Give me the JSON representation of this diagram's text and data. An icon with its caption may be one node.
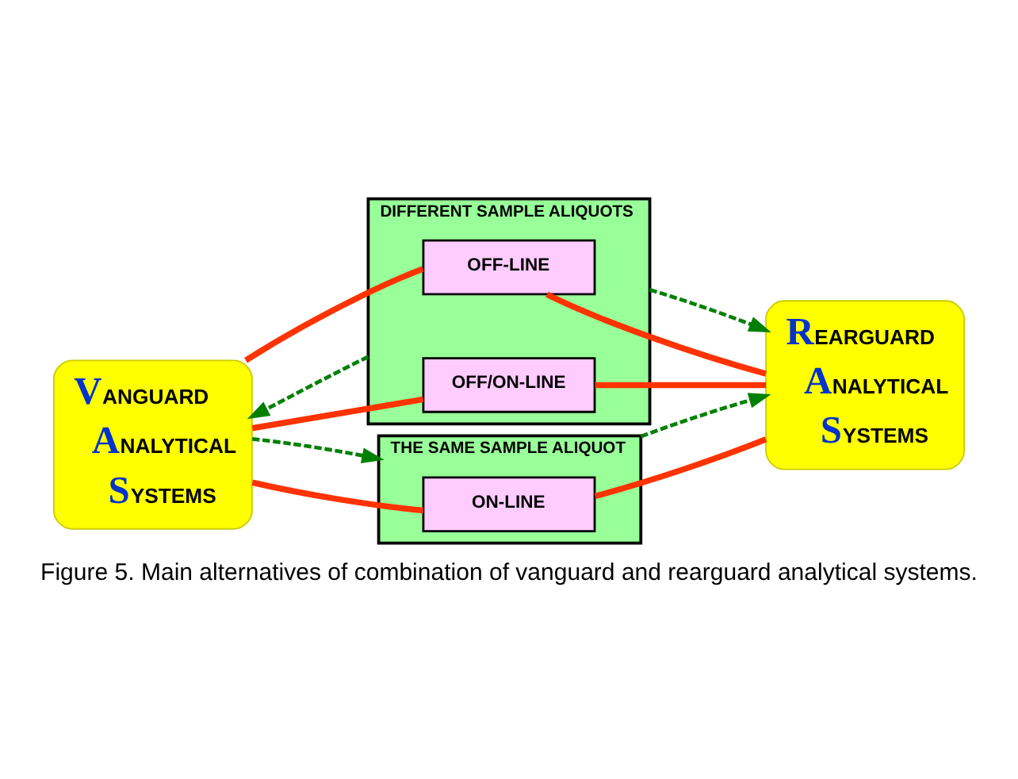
{
  "diagram": {
    "caption": "Figure 5. Main alternatives of combination of vanguard and rearguard analytical systems.",
    "nodes": [
      {
        "text": [
          "VANGUARD ANALYTICAL SYSTEMS"
        ]
      },
      {
        "text": [
          "DIFFERENT SAMPLE ALIQUOTS"
        ]
      },
      {
        "text": [
          "OFF-LINE"
        ],
        "in": 1
      },
      {
        "text": [
          "OFF/ON-LINE"
        ],
        "in": 1
      },
      {
        "text": [
          "THE SAME SAMPLE ALIQUOT"
        ]
      },
      {
        "text": [
          "ON-LINE"
        ],
        "in": 4
      },
      {
        "text": [
          "REARGUARD ANALYTICAL SYSTEMS"
        ]
      }
    ],
    "edges": [
      {
        "from": 0,
        "to": 2,
        "arrow": "none"
      },
      {
        "from": 2,
        "to": 6,
        "arrow": "none"
      },
      {
        "from": 0,
        "to": 3,
        "arrow": "none"
      },
      {
        "from": 3,
        "to": 6,
        "arrow": "none"
      },
      {
        "from": 0,
        "to": 5,
        "arrow": "none"
      },
      {
        "from": 5,
        "to": 6,
        "arrow": "none"
      },
      {
        "from": 1,
        "to": 0,
        "arrow": "to",
        "style": "dashed",
        "color": "#008000"
      },
      {
        "from": 1,
        "to": 6,
        "arrow": "to",
        "style": "dashed",
        "color": "#008000"
      },
      {
        "from": 0,
        "to": 4,
        "arrow": "to",
        "style": "dashed",
        "color": "#008000"
      },
      {
        "from": 4,
        "to": 6,
        "arrow": "to",
        "style": "dashed",
        "color": "#008000"
      }
    ]
  }
}
